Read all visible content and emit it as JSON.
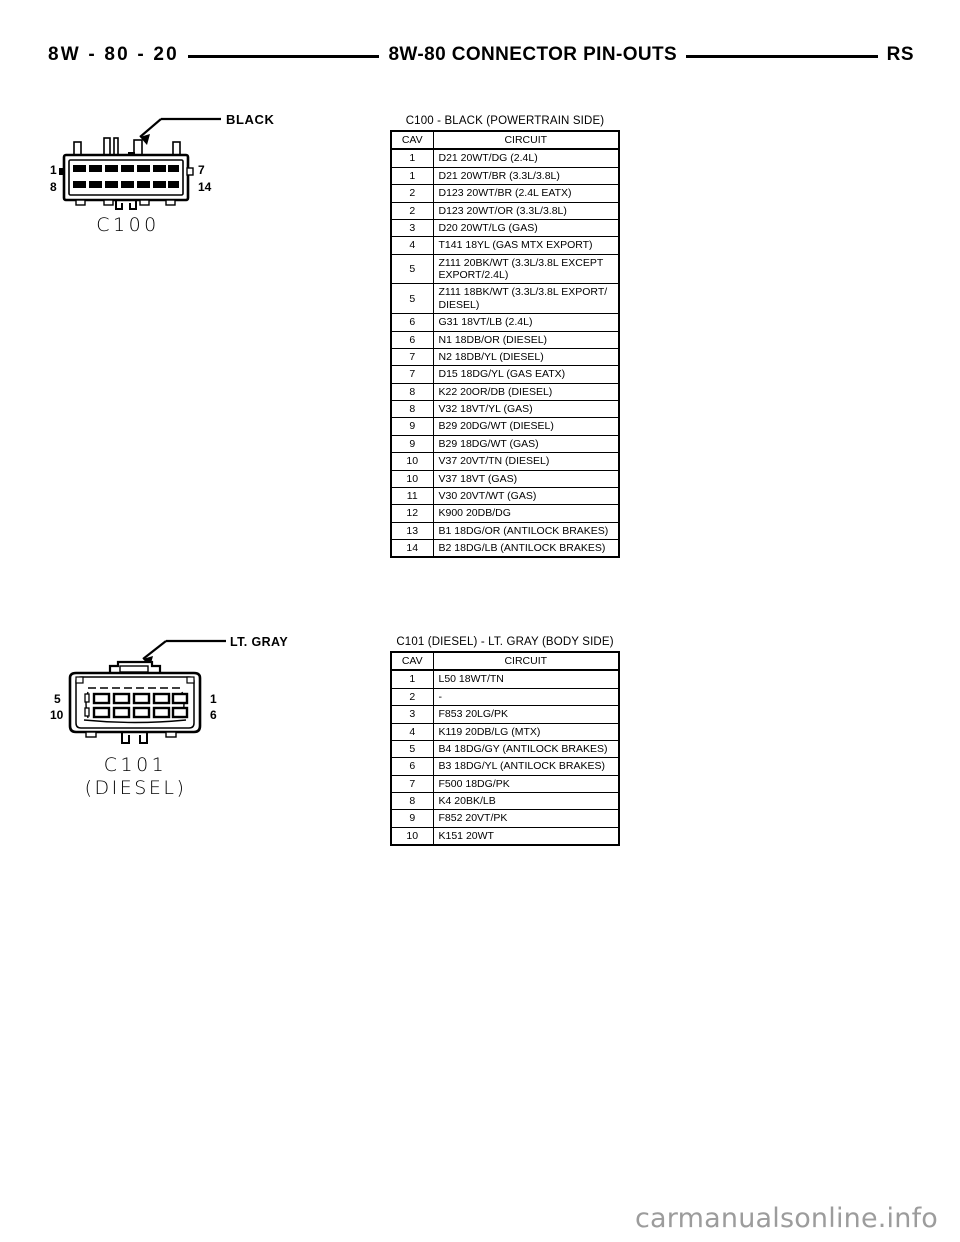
{
  "header": {
    "left": "8W - 80 - 20",
    "center": "8W-80  CONNECTOR  PIN-OUTS",
    "right": "RS"
  },
  "connectors": [
    {
      "id": "C100",
      "diagram": {
        "caption": "C100",
        "caption_sub": "",
        "color_callout": "BLACK",
        "pin_labels": {
          "top_left": "1",
          "bottom_left": "8",
          "top_right": "7",
          "bottom_right": "14"
        },
        "columns": 7,
        "rows": 2
      },
      "table": {
        "title": "C100  -  BLACK (POWERTRAIN SIDE)",
        "columns": [
          "CAV",
          "CIRCUIT"
        ],
        "rows": [
          {
            "cav": "1",
            "circuit": "D21  20WT/DG (2.4L)"
          },
          {
            "cav": "1",
            "circuit": "D21  20WT/BR  (3.3L/3.8L)"
          },
          {
            "cav": "2",
            "circuit": "D123  20WT/BR  (2.4L  EATX)"
          },
          {
            "cav": "2",
            "circuit": "D123  20WT/OR  (3.3L/3.8L)"
          },
          {
            "cav": "3",
            "circuit": "D20  20WT/LG  (GAS)"
          },
          {
            "cav": "4",
            "circuit": "T141  18YL  (GAS  MTX  EXPORT)"
          },
          {
            "cav": "5",
            "circuit": "Z111  20BK/WT  (3.3L/3.8L  EXCEPT EXPORT/2.4L)"
          },
          {
            "cav": "5",
            "circuit": "Z111  18BK/WT  (3.3L/3.8L  EXPORT/ DIESEL)"
          },
          {
            "cav": "6",
            "circuit": "G31  18VT/LB  (2.4L)"
          },
          {
            "cav": "6",
            "circuit": "N1  18DB/OR  (DIESEL)"
          },
          {
            "cav": "7",
            "circuit": "N2  18DB/YL  (DIESEL)"
          },
          {
            "cav": "7",
            "circuit": "D15  18DG/YL  (GAS  EATX)"
          },
          {
            "cav": "8",
            "circuit": "K22  20OR/DB  (DIESEL)"
          },
          {
            "cav": "8",
            "circuit": "V32  18VT/YL  (GAS)"
          },
          {
            "cav": "9",
            "circuit": "B29  20DG/WT  (DIESEL)"
          },
          {
            "cav": "9",
            "circuit": "B29  18DG/WT  (GAS)"
          },
          {
            "cav": "10",
            "circuit": "V37  20VT/TN  (DIESEL)"
          },
          {
            "cav": "10",
            "circuit": "V37  18VT  (GAS)"
          },
          {
            "cav": "11",
            "circuit": "V30  20VT/WT  (GAS)"
          },
          {
            "cav": "12",
            "circuit": "K900  20DB/DG"
          },
          {
            "cav": "13",
            "circuit": "B1  18DG/OR  (ANTILOCK  BRAKES)"
          },
          {
            "cav": "14",
            "circuit": "B2  18DG/LB  (ANTILOCK  BRAKES)"
          }
        ]
      }
    },
    {
      "id": "C101",
      "diagram": {
        "caption": "C101",
        "caption_sub": "(DIESEL)",
        "color_callout": "LT. GRAY",
        "pin_labels": {
          "top_left": "5",
          "bottom_left": "10",
          "top_right": "1",
          "bottom_right": "6"
        },
        "columns": 5,
        "rows": 2
      },
      "table": {
        "title": "C101 (DIESEL)  -  LT. GRAY (BODY SIDE)",
        "columns": [
          "CAV",
          "CIRCUIT"
        ],
        "rows": [
          {
            "cav": "1",
            "circuit": "L50  18WT/TN"
          },
          {
            "cav": "2",
            "circuit": "-"
          },
          {
            "cav": "3",
            "circuit": "F853  20LG/PK"
          },
          {
            "cav": "4",
            "circuit": "K119  20DB/LG  (MTX)"
          },
          {
            "cav": "5",
            "circuit": "B4  18DG/GY  (ANTILOCK  BRAKES)"
          },
          {
            "cav": "6",
            "circuit": "B3  18DG/YL  (ANTILOCK  BRAKES)"
          },
          {
            "cav": "7",
            "circuit": "F500  18DG/PK"
          },
          {
            "cav": "8",
            "circuit": "K4  20BK/LB"
          },
          {
            "cav": "9",
            "circuit": "F852  20VT/PK"
          },
          {
            "cav": "10",
            "circuit": "K151  20WT"
          }
        ]
      }
    }
  ],
  "watermark": "carmanualsonline.info"
}
